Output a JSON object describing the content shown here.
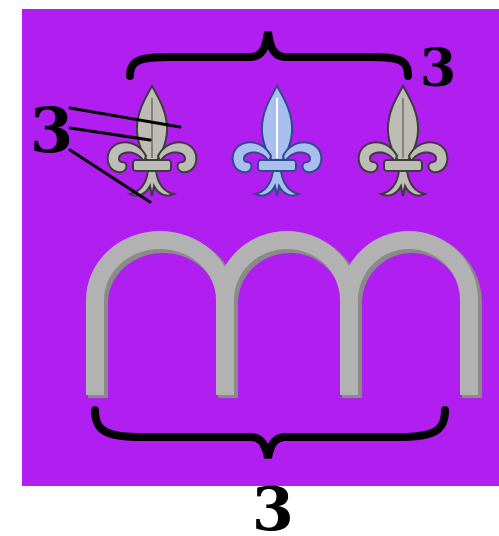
{
  "colors": {
    "background": "#b01ef0",
    "arch": "#b2b2b2",
    "arch_shadow": "#8a8a8a",
    "lily_gray": "#bdbcb5",
    "lily_blue": "#a9bff0",
    "ink": "#000000"
  },
  "labels": {
    "top_count": "3",
    "left_count": "3",
    "bottom_count": "3"
  },
  "icons": [
    "fleur-de-lis-gray-icon",
    "fleur-de-lis-blue-icon",
    "fleur-de-lis-gray-icon",
    "arch-icon"
  ]
}
